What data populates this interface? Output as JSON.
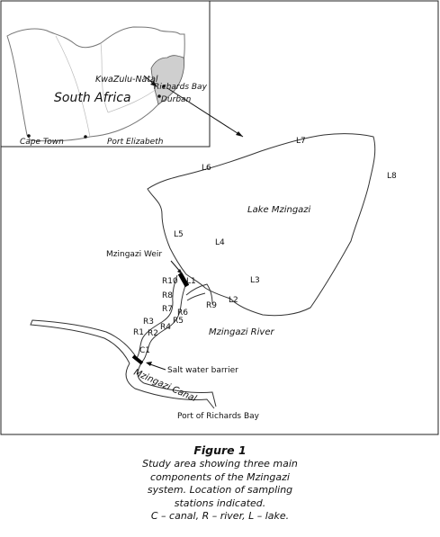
{
  "inset": {
    "country": "South Africa",
    "province": "KwaZulu-Natal",
    "cities": [
      "Richards Bay",
      "Durban",
      "Cape Town",
      "Port Elizabeth"
    ]
  },
  "main": {
    "lake": "Lake Mzingazi",
    "river": "Mzingazi River",
    "canal": "Mzingazi Canal",
    "weir": "Mzingazi Weir",
    "barrier": "Salt water barrier",
    "port": "Port of Richards Bay",
    "stations": [
      "L1",
      "L2",
      "L3",
      "L4",
      "L5",
      "L6",
      "L7",
      "L8",
      "R1",
      "R2",
      "R3",
      "R4",
      "R5",
      "R6",
      "R7",
      "R8",
      "R9",
      "R10",
      "C1"
    ]
  },
  "caption": {
    "figure": "Figure 1",
    "lines": [
      "Study area showing three main",
      "components of the Mzingazi",
      "system. Location of sampling",
      "stations indicated.",
      "C – canal, R – river, L – lake."
    ]
  }
}
